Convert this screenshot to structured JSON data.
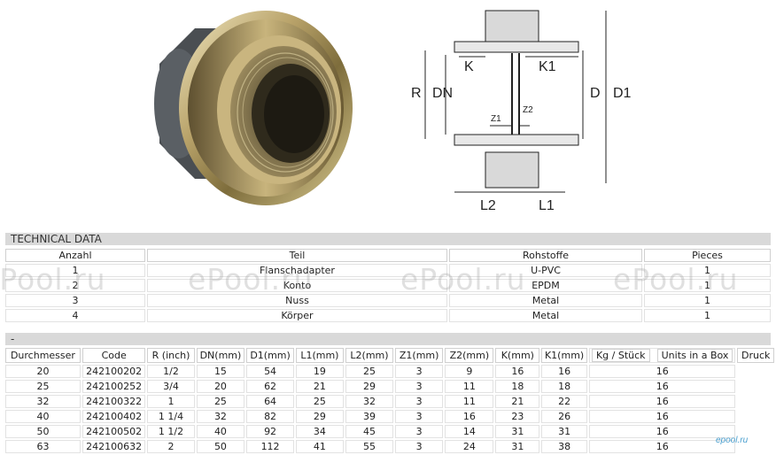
{
  "diagram": {
    "labels": {
      "R": "R",
      "DN": "DN",
      "K": "K",
      "K1": "K1",
      "D": "D",
      "D1": "D1",
      "L2": "L2",
      "L1": "L1",
      "Z1": "Z1",
      "Z2": "Z2"
    }
  },
  "tech": {
    "title": "TECHNICAL DATA",
    "headers": [
      "Anzahl",
      "Teil",
      "Rohstoffe",
      "Pieces"
    ],
    "rows": [
      [
        "1",
        "Flanschadapter",
        "U-PVC",
        "1"
      ],
      [
        "2",
        "Konto",
        "EPDM",
        "1"
      ],
      [
        "3",
        "Nuss",
        "Metal",
        "1"
      ],
      [
        "4",
        "Körper",
        "Metal",
        "1"
      ]
    ]
  },
  "dims": {
    "title": "-",
    "headers": [
      "Durchmesser",
      "Code",
      "R (inch)",
      "DN(mm)",
      "D1(mm)",
      "L1(mm)",
      "L2(mm)",
      "Z1(mm)",
      "Z2(mm)",
      "K(mm)",
      "K1(mm)"
    ],
    "kg_label": "Kg / Stück",
    "units_label": "Units in a Box",
    "druck_header": "Druck",
    "rows": [
      [
        "20",
        "242100202",
        "1/2",
        "15",
        "54",
        "19",
        "25",
        "3",
        "9",
        "16",
        "16"
      ],
      [
        "25",
        "242100252",
        "3/4",
        "20",
        "62",
        "21",
        "29",
        "3",
        "11",
        "18",
        "18"
      ],
      [
        "32",
        "242100322",
        "1",
        "25",
        "64",
        "25",
        "32",
        "3",
        "11",
        "21",
        "22"
      ],
      [
        "40",
        "242100402",
        "1 1/4",
        "32",
        "82",
        "29",
        "39",
        "3",
        "16",
        "23",
        "26"
      ],
      [
        "50",
        "242100502",
        "1 1/2",
        "40",
        "92",
        "34",
        "45",
        "3",
        "14",
        "31",
        "31"
      ],
      [
        "63",
        "242100632",
        "2",
        "50",
        "112",
        "41",
        "55",
        "3",
        "24",
        "31",
        "38"
      ]
    ],
    "druck": [
      "16",
      "16",
      "16",
      "16",
      "16",
      "16"
    ]
  },
  "watermark": "ePool.ru",
  "logo": "epool.ru"
}
